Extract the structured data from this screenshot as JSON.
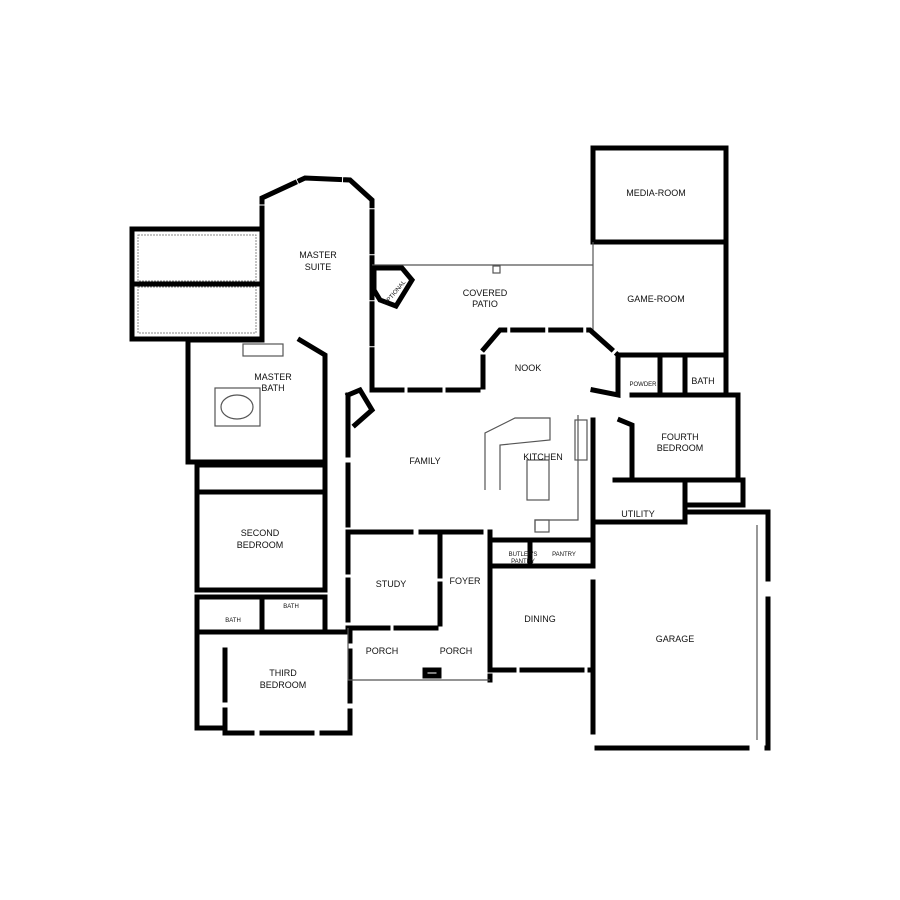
{
  "rooms": {
    "media_room": "MEDIA-ROOM",
    "game_room": "GAME-ROOM",
    "master_suite": [
      "MASTER",
      "SUITE"
    ],
    "covered_patio": [
      "COVERED",
      "PATIO"
    ],
    "optional": "OPTIONAL",
    "master_bath": [
      "MASTER",
      "BATH"
    ],
    "nook": "NOOK",
    "powder": "POWDER",
    "bath_upper": "BATH",
    "fourth_bedroom": [
      "FOURTH",
      "BEDROOM"
    ],
    "family": "FAMILY",
    "kitchen": "KITCHEN",
    "utility": "UTILITY",
    "butlers_pantry": [
      "BUTLER'S",
      "PANTRY"
    ],
    "pantry": "PANTRY",
    "second_bedroom": [
      "SECOND",
      "BEDROOM"
    ],
    "study": "STUDY",
    "foyer": "FOYER",
    "dining": "DINING",
    "garage": "GARAGE",
    "bath_left": "BATH",
    "bath_right": "BATH",
    "porch_left": "PORCH",
    "porch_right": "PORCH",
    "third_bedroom": [
      "THIRD",
      "BEDROOM"
    ]
  }
}
